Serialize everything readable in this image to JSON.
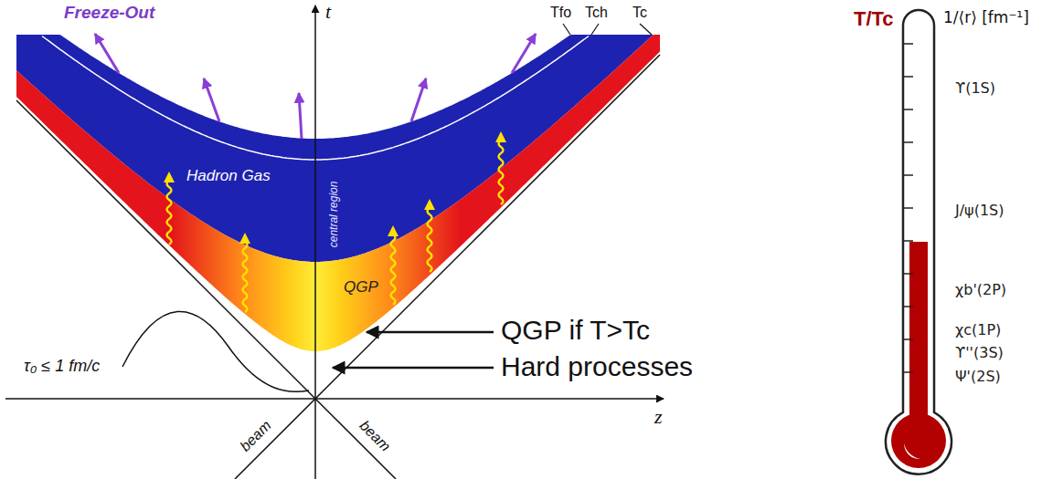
{
  "diagram": {
    "nodes": [
      {
        "text": [
          "Hadron Gas"
        ]
      },
      {
        "text": [
          "QGP"
        ]
      }
    ],
    "labels": [
      "Freeze-Out",
      "t",
      "Tfo",
      "Tch",
      "Tc",
      "central region",
      "QGP if T>Tc",
      "Hard processes",
      "τ₀ ≤ 1 fm/c",
      "z",
      "beam",
      "beam",
      "T/Tc",
      "1/⟨r⟩ [fm⁻¹]",
      "ϒ(1S)",
      "J/ψ(1S)",
      "χb'(2P)",
      "χc(1P)",
      "ϒ''(3S)",
      "Ψ'(2S)"
    ]
  }
}
